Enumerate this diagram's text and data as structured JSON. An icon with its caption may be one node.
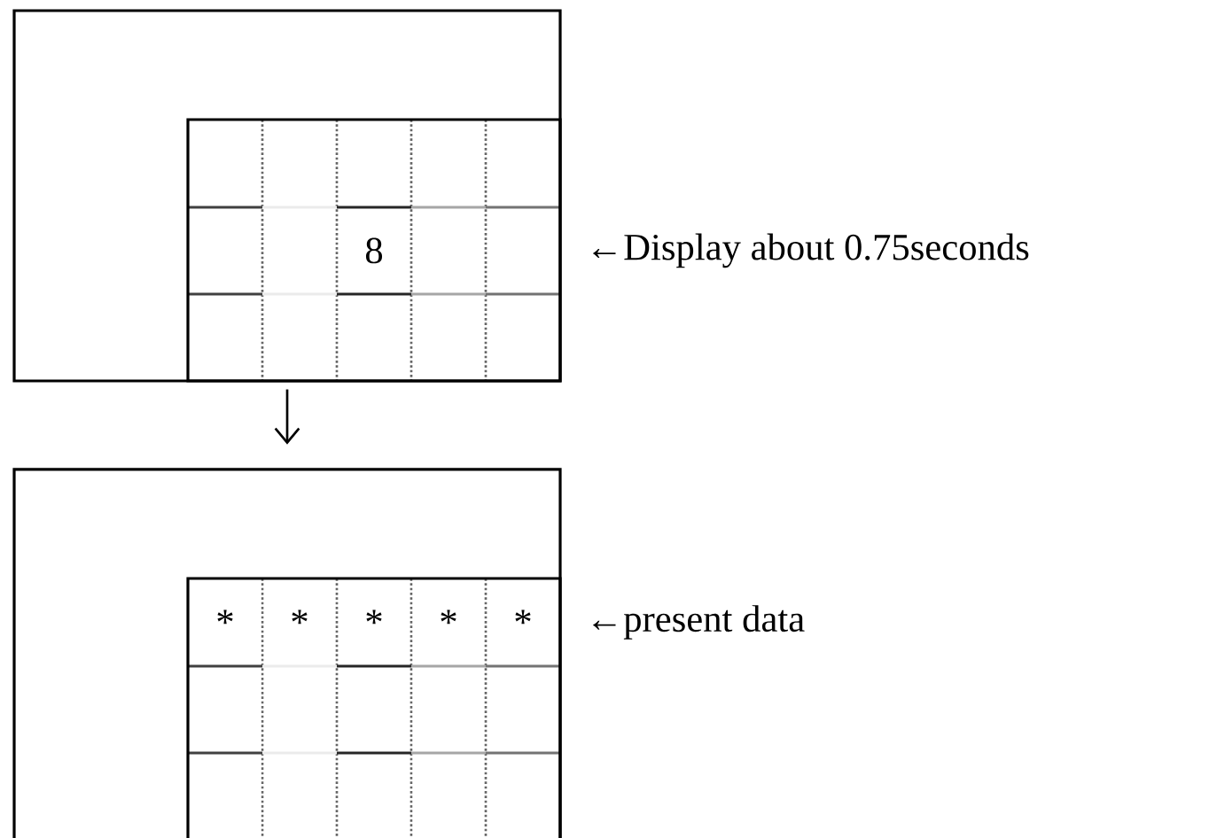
{
  "diagram": {
    "nodes": [
      {
        "text": [],
        "shape": "box"
      },
      {
        "text": [
          "8"
        ],
        "in": 0,
        "beside": [
          "←Display about 0.75seconds"
        ]
      },
      {
        "text": [],
        "shape": "box"
      },
      {
        "text": [
          "*",
          "*",
          "*",
          "*",
          "*"
        ],
        "in": 2,
        "beside": [
          "←present data"
        ]
      }
    ],
    "edges": [
      {
        "from": 0,
        "to": 2,
        "arrow": "to"
      }
    ]
  }
}
